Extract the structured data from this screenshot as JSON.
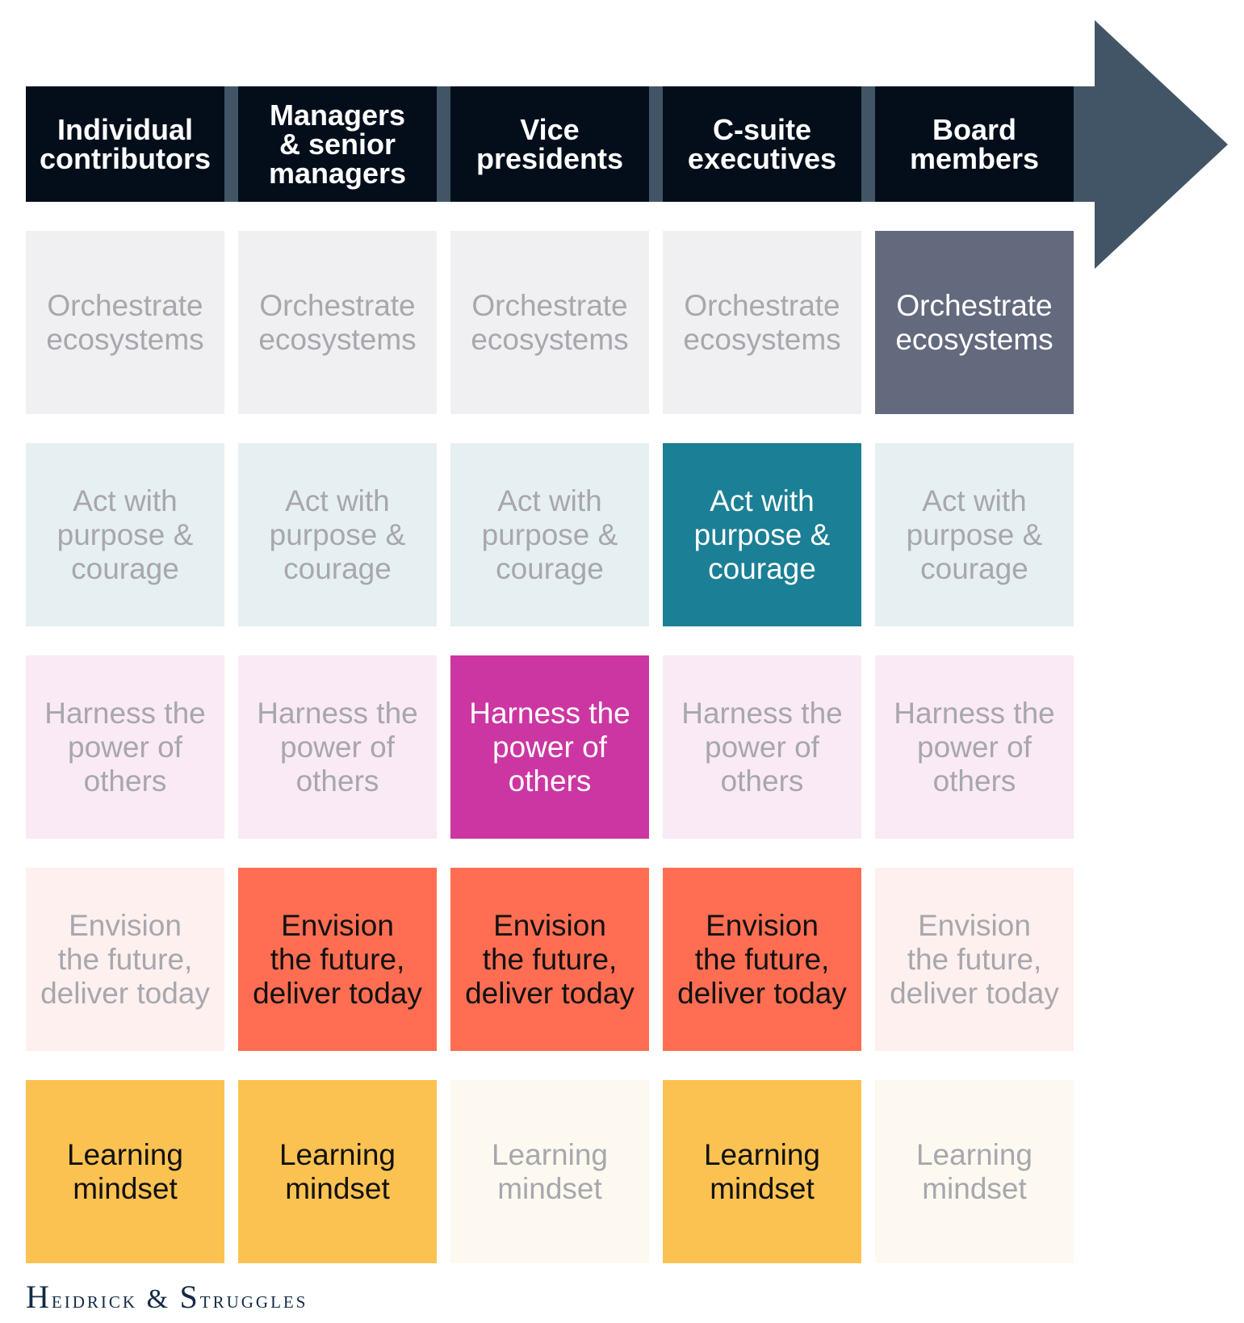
{
  "columns": [
    "Individual\ncontributors",
    "Managers\n& senior\nmanagers",
    "Vice\npresidents",
    "C-suite\nexecutives",
    "Board\nmembers"
  ],
  "rows": [
    {
      "label": "Orchestrate\necosystems",
      "highlighted": [
        false,
        false,
        false,
        false,
        true
      ],
      "active_bg": "#646a7e",
      "active_fg": "#ffffff",
      "inactive_bg": "#f0f0f2",
      "inactive_fg": "#a7a7ad"
    },
    {
      "label": "Act with\npurpose &\ncourage",
      "highlighted": [
        false,
        false,
        false,
        true,
        false
      ],
      "active_bg": "#1b7f95",
      "active_fg": "#ffffff",
      "inactive_bg": "#e6f0f3",
      "inactive_fg": "#a7a7ad"
    },
    {
      "label": "Harness the\npower of\nothers",
      "highlighted": [
        false,
        false,
        true,
        false,
        false
      ],
      "active_bg": "#cc36a2",
      "active_fg": "#ffffff",
      "inactive_bg": "#faeaf5",
      "inactive_fg": "#a7a7ad"
    },
    {
      "label": "Envision\nthe future,\ndeliver today",
      "highlighted": [
        false,
        true,
        true,
        true,
        false
      ],
      "active_bg": "#ff6e52",
      "active_fg": "#111111",
      "inactive_bg": "#fdf0ef",
      "inactive_fg": "#a7a7ad"
    },
    {
      "label": "Learning\nmindset",
      "highlighted": [
        true,
        true,
        false,
        true,
        false
      ],
      "active_bg": "#fcc251",
      "active_fg": "#111111",
      "inactive_bg": "#fdf9f0",
      "inactive_fg": "#a7a7ad"
    }
  ],
  "colors": {
    "header_bg": "#040e1b",
    "arrow": "#425566",
    "logo": "#142a44"
  },
  "logo": {
    "text": "Heidrick & Struggles"
  }
}
